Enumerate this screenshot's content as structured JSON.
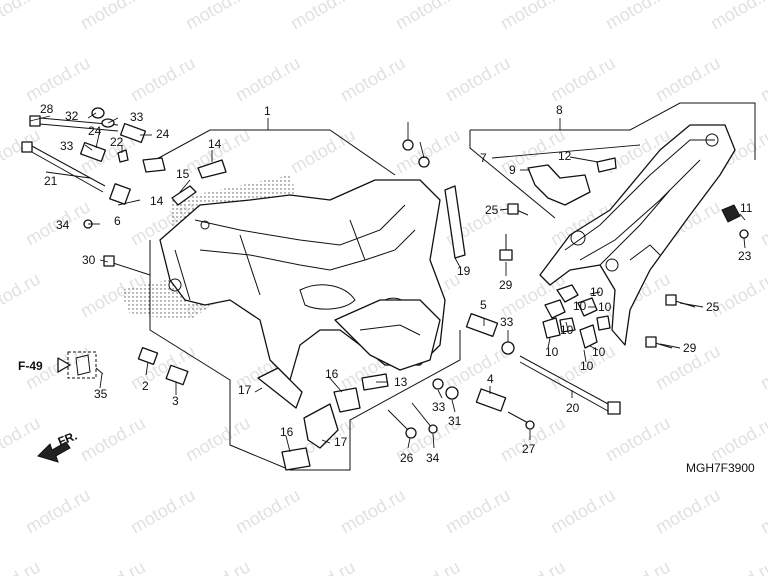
{
  "diagram": {
    "code": "MGH7F3900",
    "ref_label": "F-49",
    "front_label": "FR.",
    "watermark": "motod.ru",
    "callouts": [
      "1",
      "2",
      "3",
      "4",
      "5",
      "6",
      "7",
      "8",
      "9",
      "10",
      "11",
      "12",
      "13",
      "14",
      "15",
      "16",
      "17",
      "19",
      "20",
      "21",
      "22",
      "23",
      "24",
      "25",
      "26",
      "27",
      "28",
      "29",
      "30",
      "31",
      "32",
      "33",
      "34",
      "35"
    ]
  }
}
